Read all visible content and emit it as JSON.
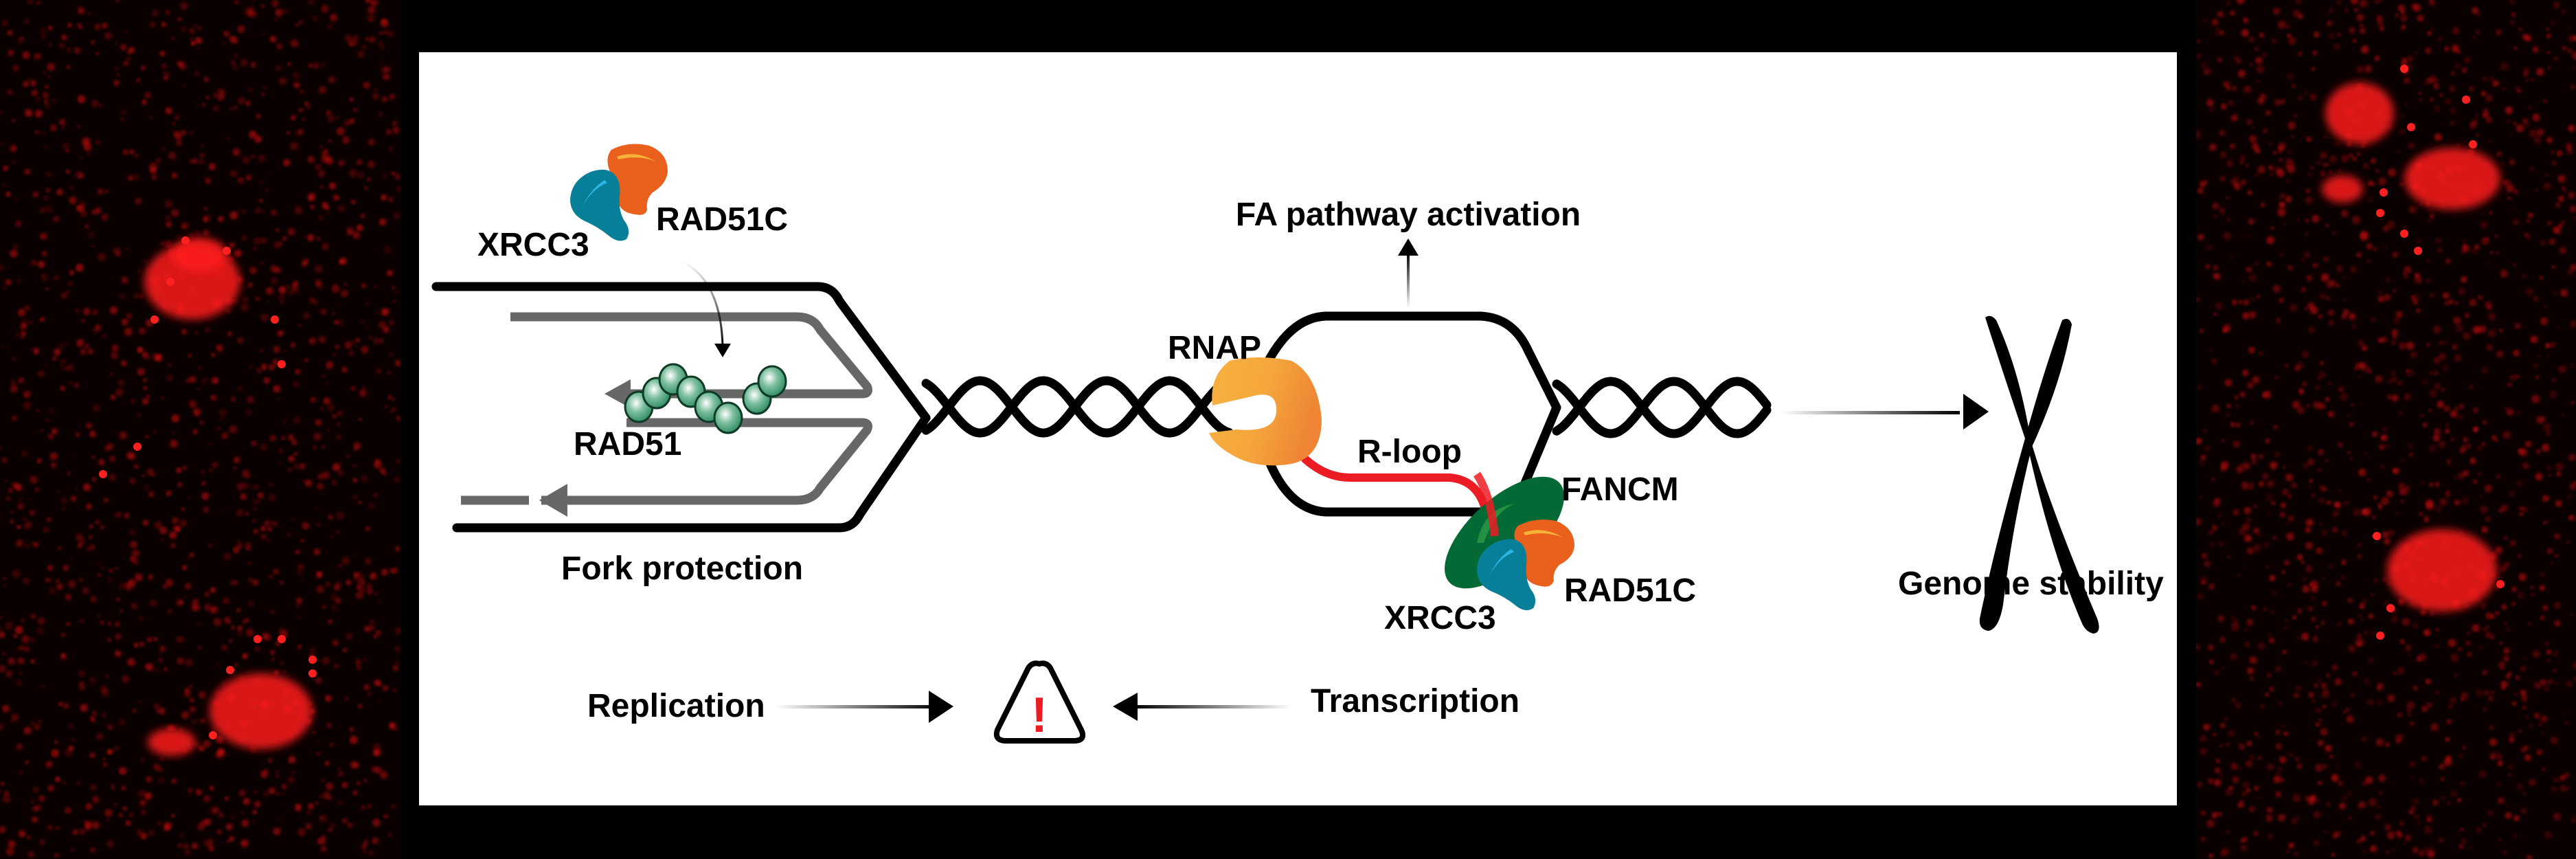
{
  "figure": {
    "background_color": "#000000",
    "panel_color": "#ffffff",
    "micrograph_color": "#ff1a1a"
  },
  "left_section": {
    "complex_labels": {
      "xrcc3": "XRCC3",
      "rad51c": "RAD51C"
    },
    "filament_label": "RAD51",
    "caption": "Fork protection"
  },
  "middle_section": {
    "top_label": "FA pathway activation",
    "polymerase_label": "RNAP",
    "rloop_label": "R-loop",
    "helicase_label": "FANCM",
    "complex_labels": {
      "xrcc3": "XRCC3",
      "rad51c": "RAD51C"
    }
  },
  "right_section": {
    "caption": "Genome stability"
  },
  "bottom_row": {
    "left_label": "Replication",
    "right_label": "Transcription",
    "center_icon": "warning-triangle-icon",
    "warning_glyph": "!"
  },
  "colors": {
    "xrcc3": "#077f98",
    "xrcc3_highlight": "#2bb6e6",
    "rad51c": "#e8601c",
    "rad51c_highlight": "#f7b23a",
    "rad51": "#2e8b63",
    "fancm": "#046a35",
    "fancm_highlight": "#249142",
    "rnap_light": "#f7b240",
    "rnap_dark": "#ef8a34",
    "rna": "#ec1c24",
    "nascent_dna": "#676767",
    "warning_mark": "#ec1c24"
  }
}
